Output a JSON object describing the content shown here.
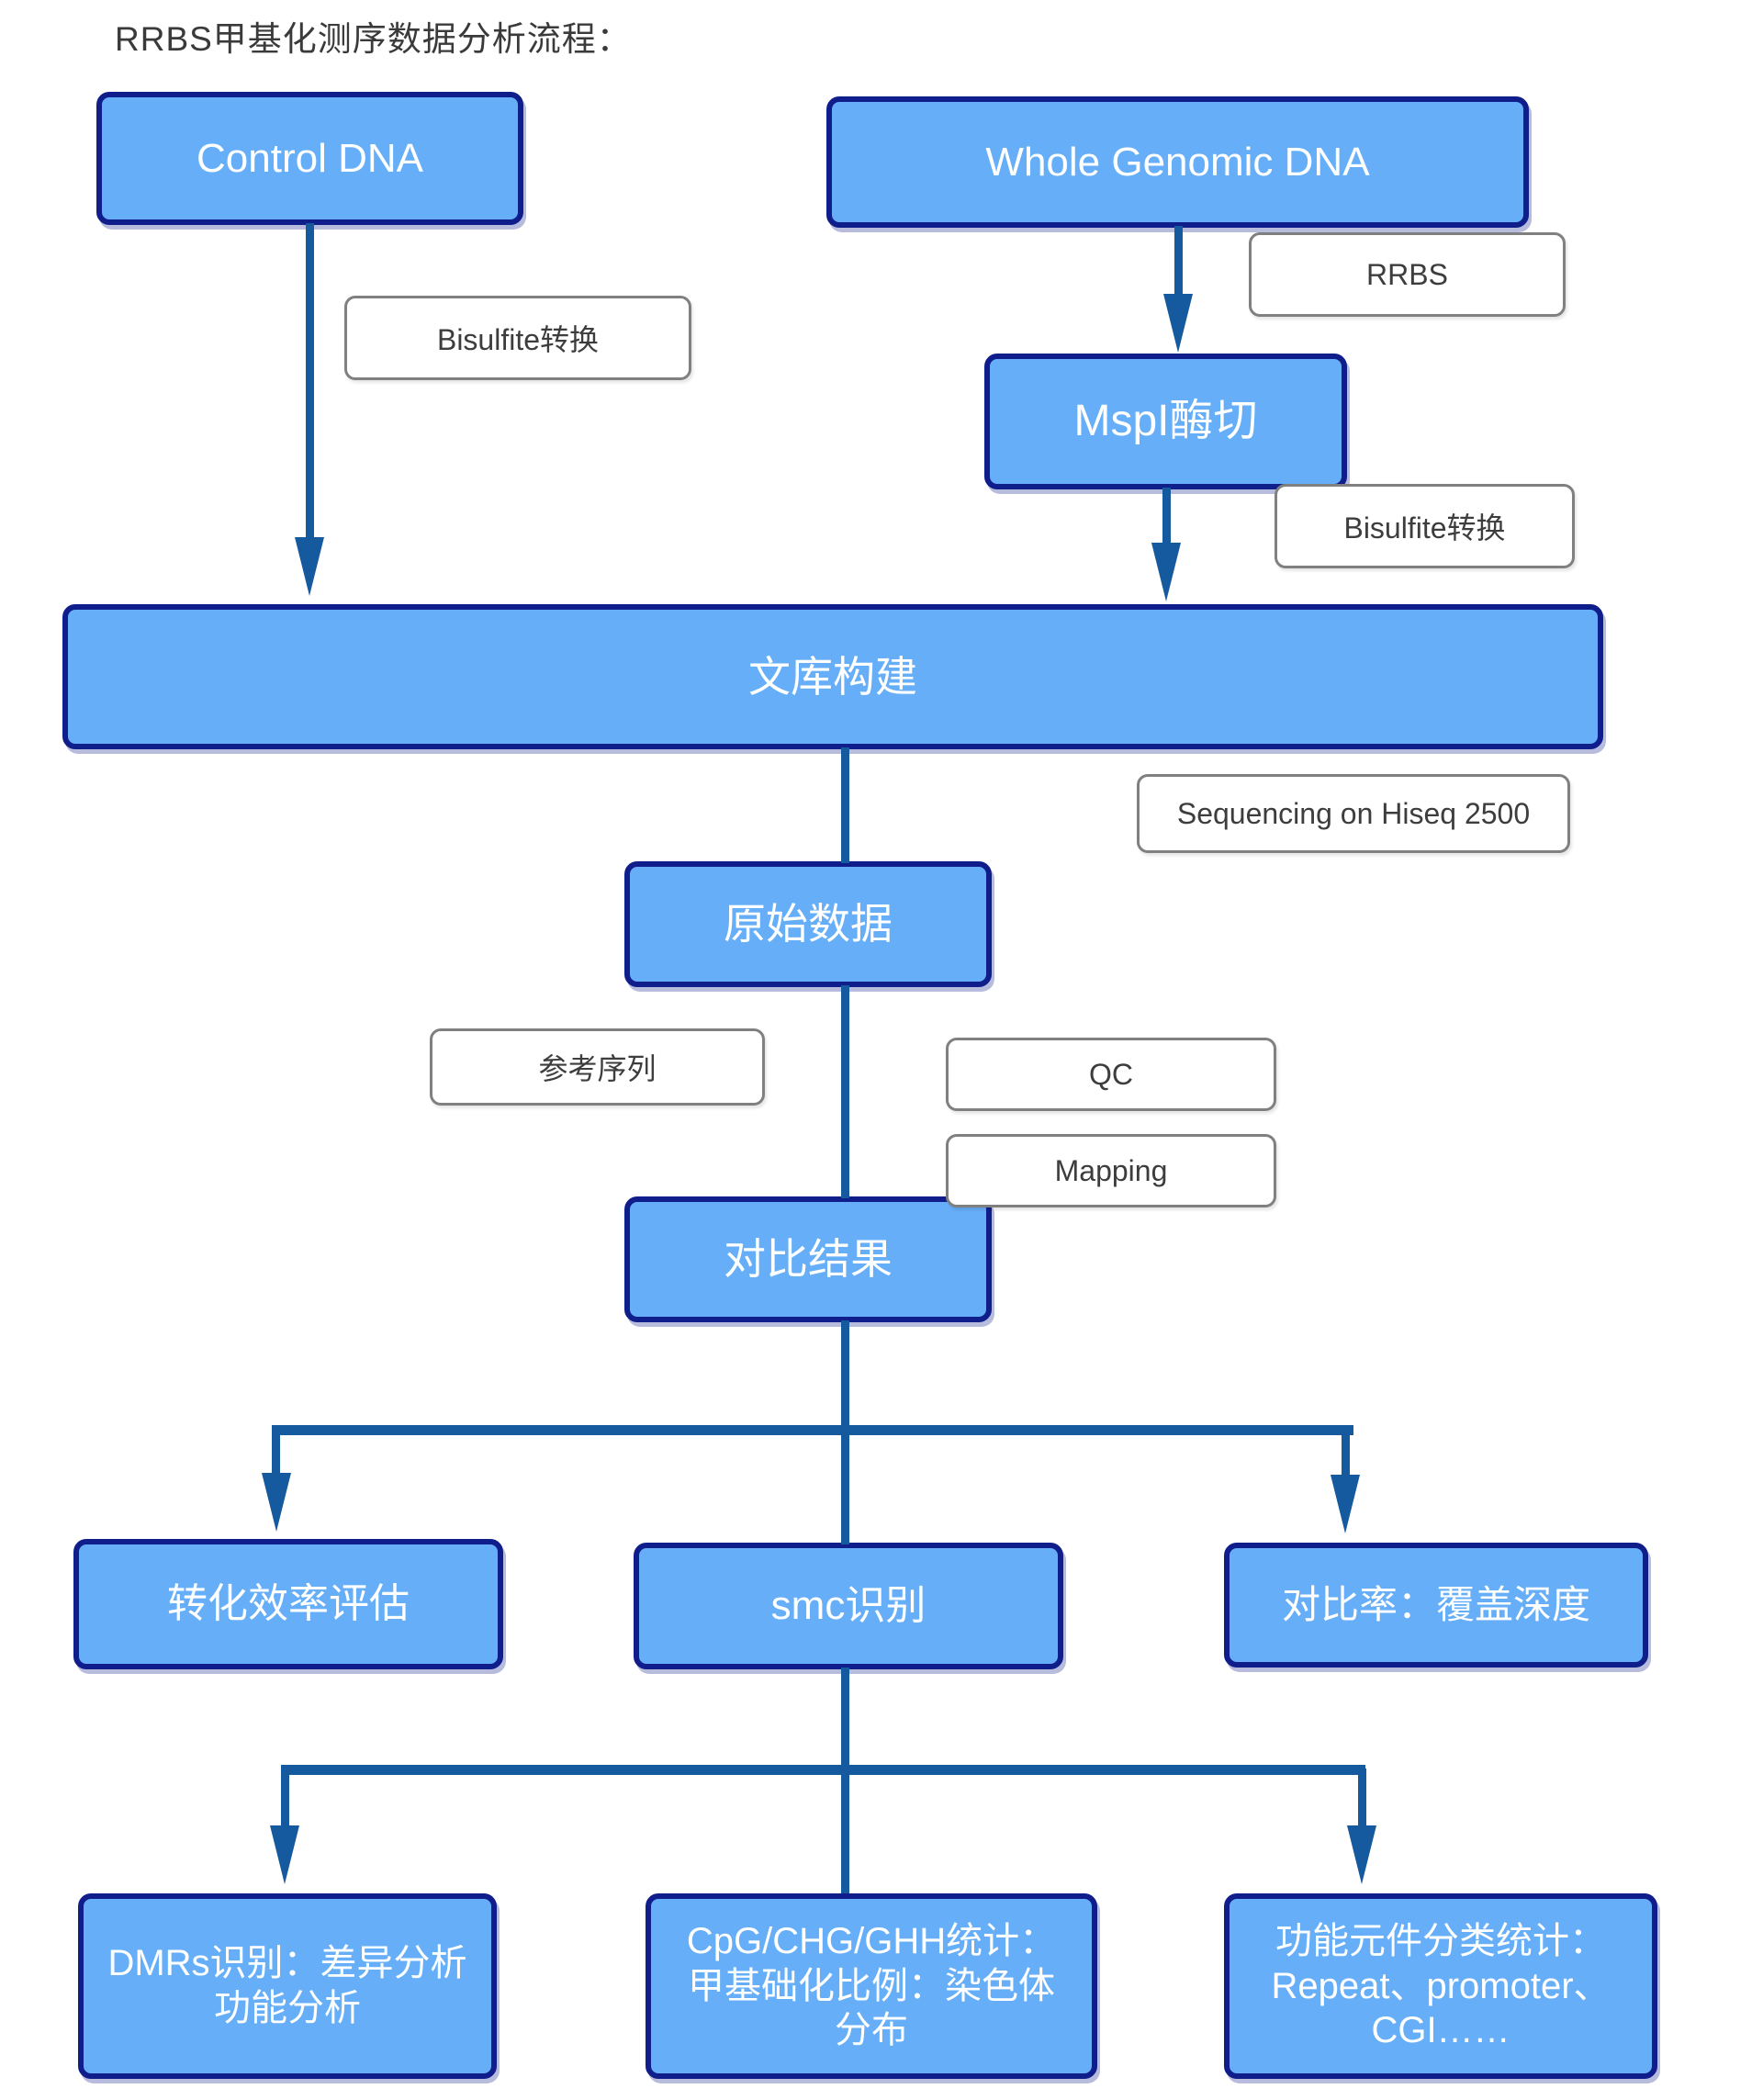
{
  "title": "RRBS甲基化测序数据分析流程：",
  "colors": {
    "node_fill": "#66AFF8",
    "node_border": "#101E8C",
    "node_text": "#FFFFFF",
    "connector": "#15599E",
    "label_border": "#808080",
    "label_text": "#3D3D3D",
    "title_text": "#3A3A3A"
  },
  "nodes": {
    "control_dna": {
      "label": "Control DNA"
    },
    "whole_genomic_dna": {
      "label": "Whole Genomic DNA"
    },
    "mspi_digestion": {
      "label": "MspI酶切"
    },
    "library_construction": {
      "label": "文库构建"
    },
    "raw_data": {
      "label": "原始数据"
    },
    "alignment_result": {
      "label": "对比结果"
    },
    "conversion_efficiency": {
      "label": "转化效率评估"
    },
    "smc_identification": {
      "label": "smc识别"
    },
    "alignment_rate": {
      "label": "对比率：覆盖深度"
    },
    "dmrs_identification": {
      "lines": [
        "DMRs识别：差异分析",
        "功能分析"
      ]
    },
    "cpg_statistics": {
      "lines": [
        "CpG/CHG/GHH统计：",
        "甲基础化比例：染色体",
        "分布"
      ]
    },
    "functional_elements": {
      "lines": [
        "功能元件分类统计：",
        "Repeat、promoter、",
        "CGI……"
      ]
    }
  },
  "step_labels": {
    "bisulfite_left": "Bisulfite转换",
    "rrbs": "RRBS",
    "bisulfite_right": "Bisulfite转换",
    "sequencing": "Sequencing on Hiseq 2500",
    "reference_sequence": "参考序列",
    "qc": "QC",
    "mapping": "Mapping"
  }
}
